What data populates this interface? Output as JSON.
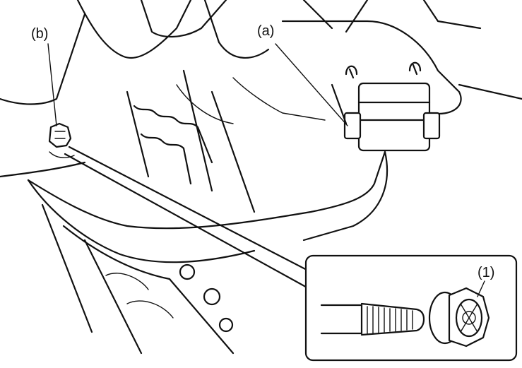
{
  "callouts": {
    "b": "(b)",
    "a": "(a)",
    "one": "(1)"
  },
  "colors": {
    "line": "#111111",
    "background": "#ffffff"
  }
}
